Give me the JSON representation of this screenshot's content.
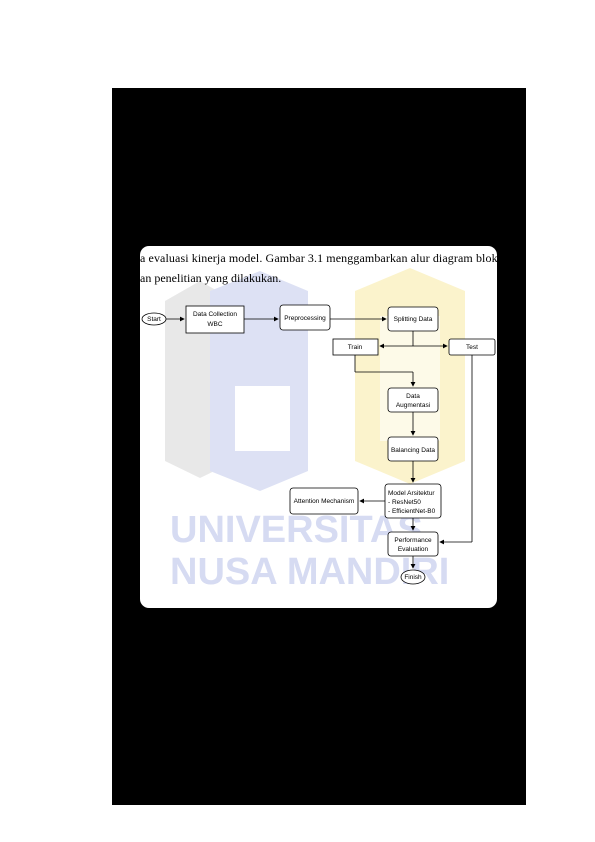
{
  "body_text": {
    "line1": "a evaluasi kinerja model. Gambar 3.1 menggambarkan alur diagram blok",
    "line2": "an penelitian yang dilakukan."
  },
  "watermark": {
    "line1": "UNIVERSITAS",
    "line2": "NUSA MANDIRI"
  },
  "flowchart": {
    "start": "Start",
    "data_collection": [
      "Data Collection",
      "WBC"
    ],
    "preprocessing": "Preprocessing",
    "splitting": "Splitting Data",
    "train": "Train",
    "test": "Test",
    "augmentation": [
      "Data",
      "Augmentasi"
    ],
    "balancing": "Balancing Data",
    "model_arch": [
      "Model Arsitektur",
      "- ResNet50",
      "- EfficientNet-B0"
    ],
    "attention": "Attention Mechanism",
    "evaluation": [
      "Performance",
      "Evaluation"
    ],
    "finish": "Finish"
  },
  "colors": {
    "page_bg": "#000000",
    "watermark_blue": "#d9def3",
    "watermark_yellow": "#fbf2c9",
    "watermark_grey": "#e4e4e4"
  }
}
